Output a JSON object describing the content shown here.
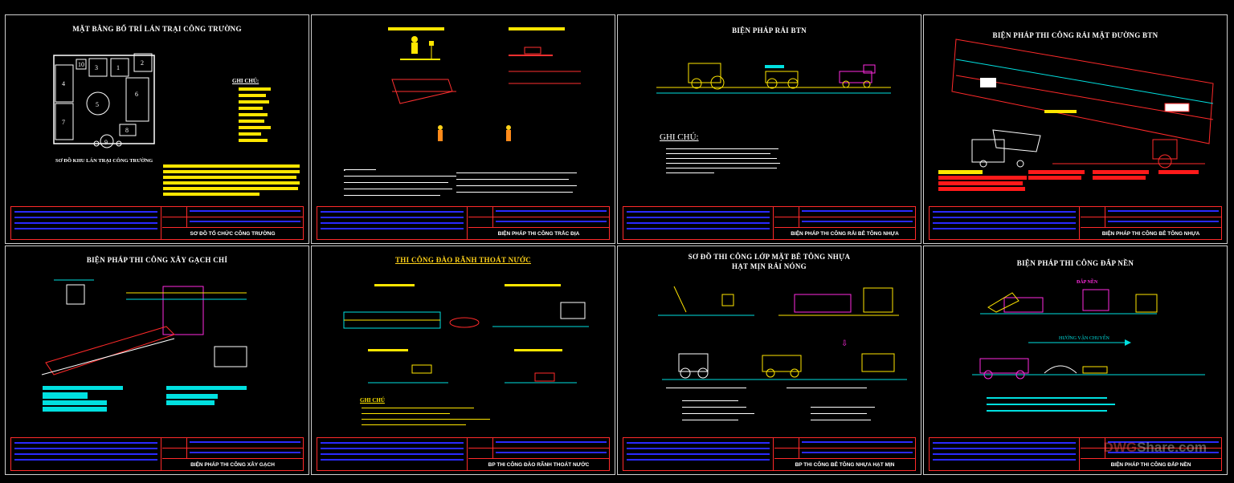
{
  "sheets": [
    {
      "title": "MẶT BẰNG BỐ TRÍ LÁN TRẠI CÔNG TRƯỜNG",
      "name": "SƠ ĐỒ TỔ CHỨC CÔNG TRƯỜNG",
      "subtitle": "SƠ ĐỒ KHU LÁN TRẠI CÔNG TRƯỜNG",
      "note": "GHI CHÚ:"
    },
    {
      "title": "",
      "name": "BIỆN PHÁP THI CÔNG TRẮC ĐỊA"
    },
    {
      "title": "BIỆN PHÁP RẢI BTN",
      "name": "BIỆN PHÁP THI CÔNG RẢI BÊ TÔNG NHỰA",
      "note": "GHI CHÚ:"
    },
    {
      "title": "BIỆN PHÁP THI CÔNG RẢI MẶT ĐƯỜNG BTN",
      "name": "BIỆN PHÁP THI CÔNG BÊ TÔNG NHỰA"
    },
    {
      "title": "BIỆN PHÁP THI CÔNG XÂY GẠCH CHỈ",
      "name": "BIỆN PHÁP THI CÔNG XÂY GẠCH"
    },
    {
      "title": "THI CÔNG ĐÀO RÃNH THOÁT NƯỚC",
      "name": "BP THI CÔNG ĐÀO RÃNH THOÁT NƯỚC",
      "note": "GHI CHÚ"
    },
    {
      "title": "SƠ ĐỒ THI CÔNG LỚP MẶT BÊ TÔNG NHỰA",
      "title2": "HẠT MỊN RẢI NÓNG",
      "name": "BP THI CÔNG BÊ TÔNG NHỰA HẠT MỊN"
    },
    {
      "title": "BIỆN PHÁP THI CÔNG ĐẮP NỀN",
      "name": "BIỆN PHÁP THI CÔNG ĐẮP NỀN",
      "label1": "ĐẮP NỀN",
      "label2": "HƯỚNG VẬN CHUYỂN"
    }
  ],
  "lanTrai": {
    "boxes": [
      "10",
      "3",
      "1",
      "2",
      "4",
      "6",
      "5",
      "7",
      "8",
      "9"
    ]
  },
  "watermark": {
    "main": "DWG",
    "rest": "Share.com"
  }
}
